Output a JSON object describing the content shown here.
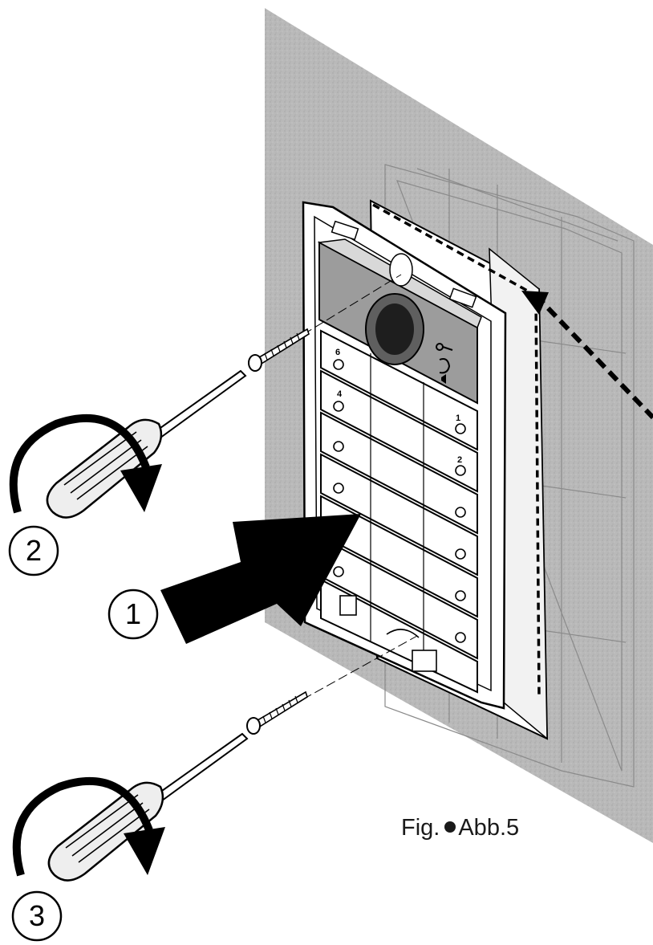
{
  "figure": {
    "caption_prefix": "Fig.",
    "caption_suffix": "Abb.5"
  },
  "steps": [
    {
      "number": "1"
    },
    {
      "number": "2"
    },
    {
      "number": "3"
    }
  ],
  "keypad": {
    "row_labels": [
      "6",
      "4",
      "2",
      "1"
    ]
  },
  "colors": {
    "wall": "#b7b7b7",
    "camera_panel": "#9c9c9c",
    "outline": "#000000",
    "handle": "#eeeeee"
  }
}
